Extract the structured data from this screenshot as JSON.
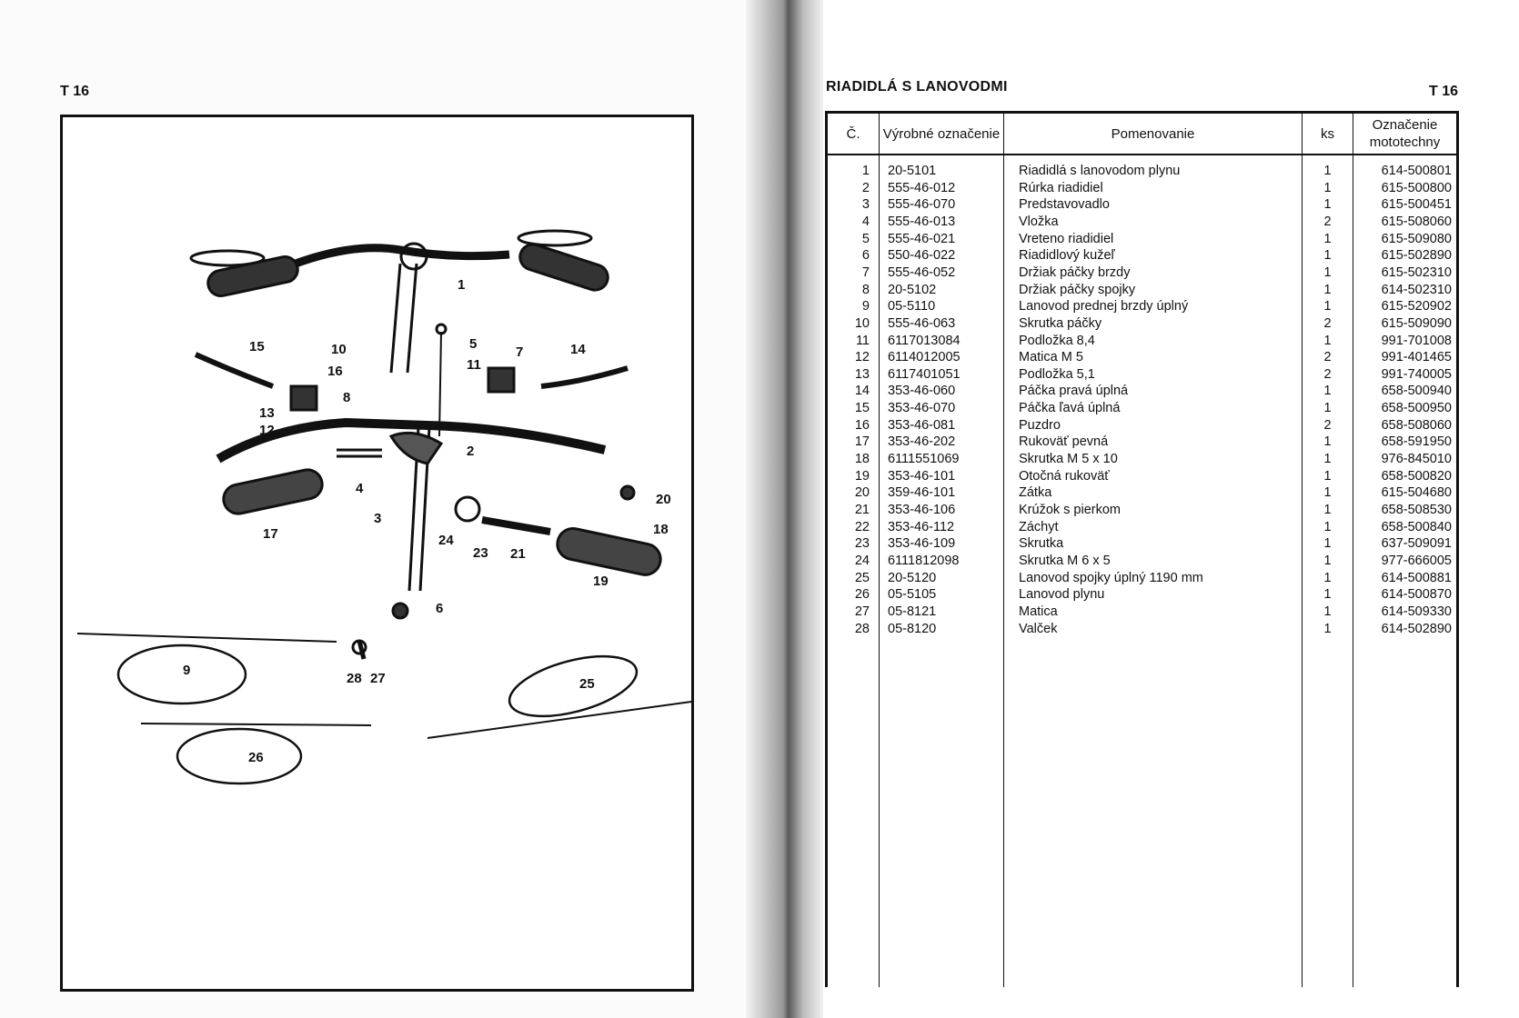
{
  "left_page": {
    "page_number": "T 16",
    "diagram": {
      "callouts": [
        "1",
        "15",
        "10",
        "16",
        "5",
        "11",
        "7",
        "14",
        "8",
        "13",
        "12",
        "2",
        "4",
        "20",
        "18",
        "3",
        "17",
        "24",
        "23",
        "21",
        "19",
        "6",
        "9",
        "28",
        "27",
        "25",
        "26"
      ]
    }
  },
  "right_page": {
    "title": "RIADIDLÁ S LANOVODMI",
    "page_number": "T 16",
    "table": {
      "headers": {
        "no": "Č.",
        "code": "Výrobné označenie",
        "name": "Pomenovanie",
        "qty": "ks",
        "mototechna": "Označenie mototechny"
      },
      "rows": [
        [
          "1",
          "20-5101",
          "Riadidlá s lanovodom plynu",
          "1",
          "614-500801"
        ],
        [
          "2",
          "555-46-012",
          "Rúrka riadidiel",
          "1",
          "615-500800"
        ],
        [
          "3",
          "555-46-070",
          "Predstavovadlo",
          "1",
          "615-500451"
        ],
        [
          "4",
          "555-46-013",
          "Vložka",
          "2",
          "615-508060"
        ],
        [
          "5",
          "555-46-021",
          "Vreteno riadidiel",
          "1",
          "615-509080"
        ],
        [
          "6",
          "550-46-022",
          "Riadidlový kužeľ",
          "1",
          "615-502890"
        ],
        [
          "7",
          "555-46-052",
          "Držiak páčky brzdy",
          "1",
          "615-502310"
        ],
        [
          "8",
          "20-5102",
          "Držiak páčky spojky",
          "1",
          "614-502310"
        ],
        [
          "9",
          "05-5110",
          "Lanovod prednej brzdy úplný",
          "1",
          "615-520902"
        ],
        [
          "10",
          "555-46-063",
          "Skrutka páčky",
          "2",
          "615-509090"
        ],
        [
          "11",
          "6117013084",
          "Podložka 8,4",
          "1",
          "991-701008"
        ],
        [
          "12",
          "6114012005",
          "Matica M 5",
          "2",
          "991-401465"
        ],
        [
          "13",
          "6117401051",
          "Podložka 5,1",
          "2",
          "991-740005"
        ],
        [
          "14",
          "353-46-060",
          "Páčka pravá úplná",
          "1",
          "658-500940"
        ],
        [
          "15",
          "353-46-070",
          "Páčka ľavá úplná",
          "1",
          "658-500950"
        ],
        [
          "16",
          "353-46-081",
          "Puzdro",
          "2",
          "658-508060"
        ],
        [
          "17",
          "353-46-202",
          "Rukoväť pevná",
          "1",
          "658-591950"
        ],
        [
          "18",
          "6111551069",
          "Skrutka M 5 x 10",
          "1",
          "976-845010"
        ],
        [
          "19",
          "353-46-101",
          "Otočná rukoväť",
          "1",
          "658-500820"
        ],
        [
          "20",
          "359-46-101",
          "Zátka",
          "1",
          "615-504680"
        ],
        [
          "21",
          "353-46-106",
          "Krúžok s pierkom",
          "1",
          "658-508530"
        ],
        [
          "22",
          "353-46-112",
          "Záchyt",
          "1",
          "658-500840"
        ],
        [
          "23",
          "353-46-109",
          "Skrutka",
          "1",
          "637-509091"
        ],
        [
          "24",
          "6111812098",
          "Skrutka M 6 x 5",
          "1",
          "977-666005"
        ],
        [
          "25",
          "20-5120",
          "Lanovod spojky úplný 1190 mm",
          "1",
          "614-500881"
        ],
        [
          "26",
          "05-5105",
          "Lanovod plynu",
          "1",
          "614-500870"
        ],
        [
          "27",
          "05-8121",
          "Matica",
          "1",
          "614-509330"
        ],
        [
          "28",
          "05-8120",
          "Valček",
          "1",
          "614-502890"
        ]
      ]
    }
  }
}
